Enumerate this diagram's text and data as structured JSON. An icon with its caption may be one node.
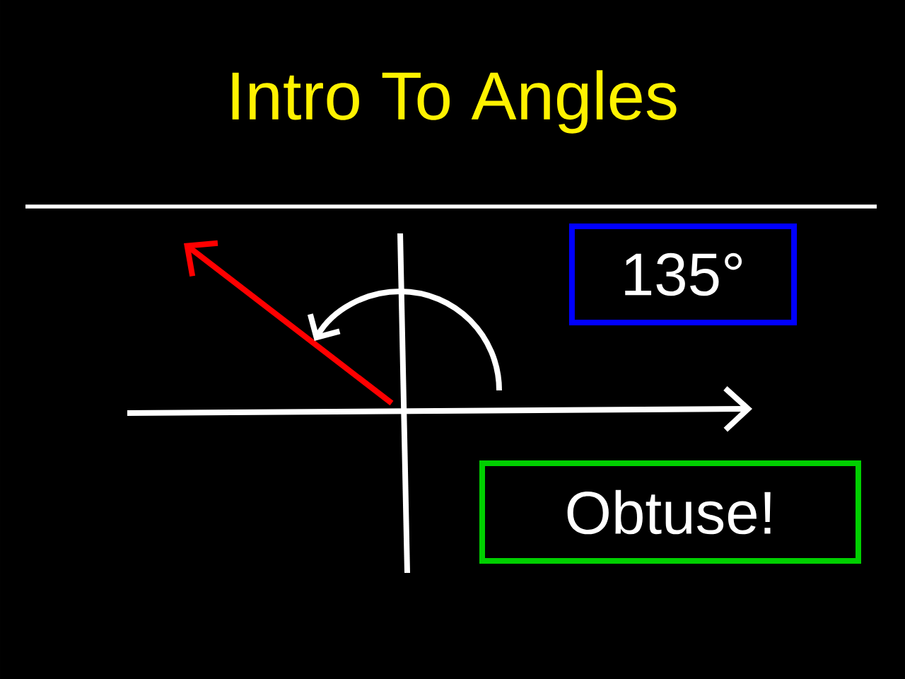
{
  "diagram": {
    "title": "Intro To Angles",
    "nodes": [
      {
        "text": [
          "135°"
        ]
      },
      {
        "text": [
          "Obtuse!"
        ]
      }
    ]
  }
}
